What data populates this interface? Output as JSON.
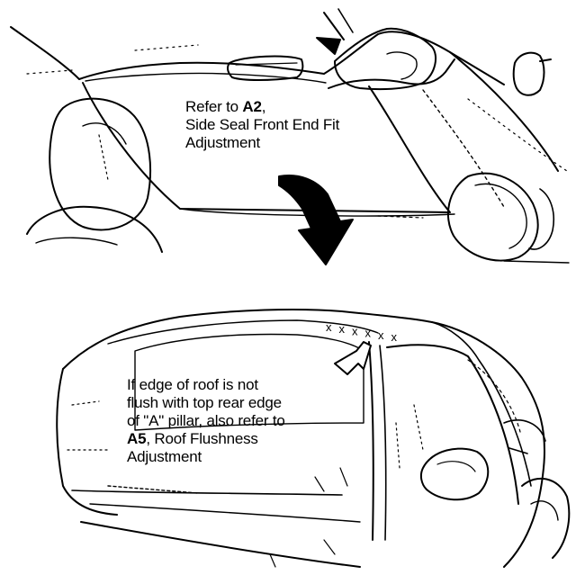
{
  "top_callout": {
    "refer_prefix": "Refer to ",
    "refer_code": "A2",
    "refer_suffix": ",",
    "line2": "Side Seal Front End Fit",
    "line3": "Adjustment"
  },
  "bottom_callout": {
    "line1": "If edge of roof is not",
    "line2": "flush with top rear edge",
    "line3": "of \"A\" pillar, also refer to",
    "line4_code": "A5",
    "line4_suffix": ", Roof Flushness",
    "line5": "Adjustment"
  },
  "marks": {
    "symbol": "x",
    "count": 6
  },
  "colors": {
    "ink": "#000000",
    "paper": "#ffffff"
  }
}
